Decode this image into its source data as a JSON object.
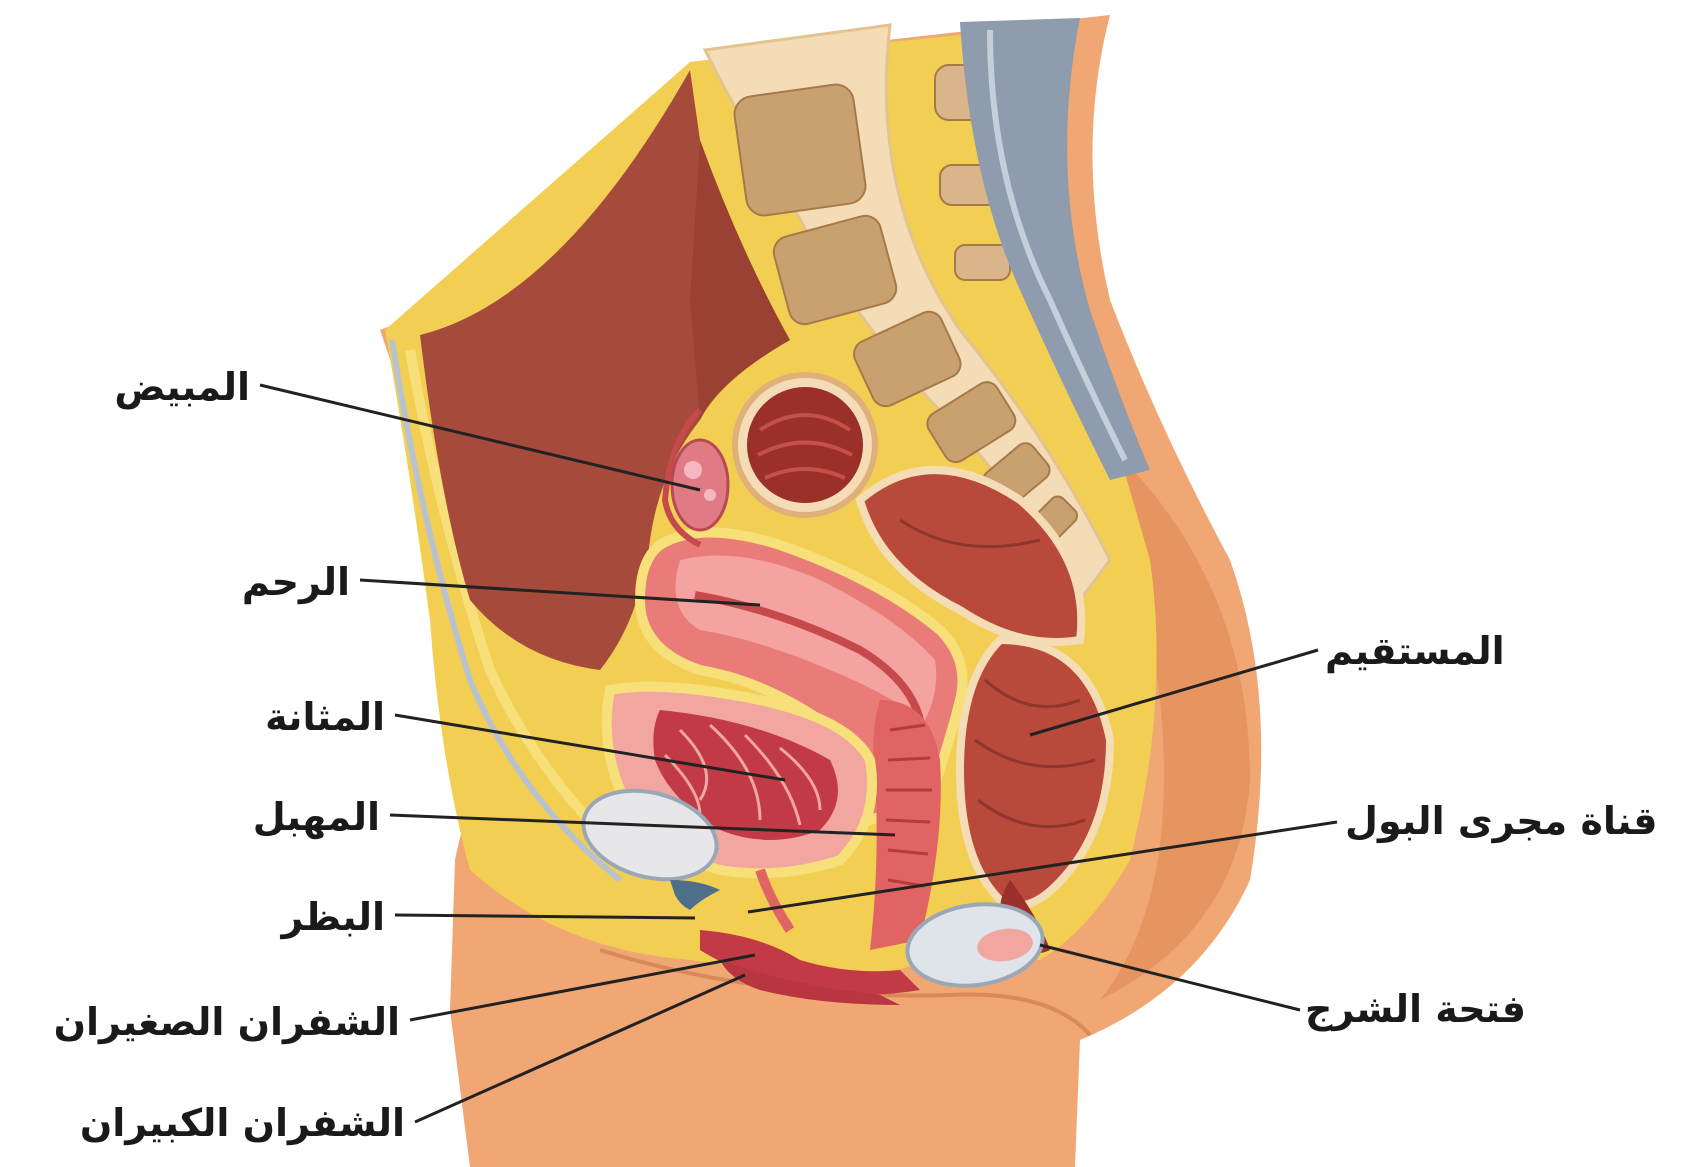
{
  "labels_left": [
    {
      "id": "ovary",
      "text": "المبيض"
    },
    {
      "id": "uterus",
      "text": "الرحم"
    },
    {
      "id": "bladder",
      "text": "المثانة"
    },
    {
      "id": "vagina",
      "text": "المهبل"
    },
    {
      "id": "clitoris",
      "text": "البظر"
    },
    {
      "id": "labia_minora",
      "text": "الشفران الصغيران"
    },
    {
      "id": "labia_majora",
      "text": "الشفران الكبيران"
    }
  ],
  "labels_right": [
    {
      "id": "rectum",
      "text": "المستقيم"
    },
    {
      "id": "urethra",
      "text": "قناة مجرى البول"
    },
    {
      "id": "anus",
      "text": "فتحة الشرج"
    }
  ],
  "colors": {
    "skin": "#f0a774",
    "skin_dark": "#d98a57",
    "fat": "#f2cf52",
    "fat_light": "#f7e07a",
    "bone": "#f3dcb6",
    "bone_spongy": "#c9a070",
    "cavity": "#a64a3c",
    "cavity_dark": "#8c372b",
    "uterus": "#e97b78",
    "uterus_dark": "#c64a4c",
    "muscle": "#b8493b",
    "bladder_inner": "#c23a45",
    "nerve": "#9aa7b7",
    "line": "#222222"
  }
}
